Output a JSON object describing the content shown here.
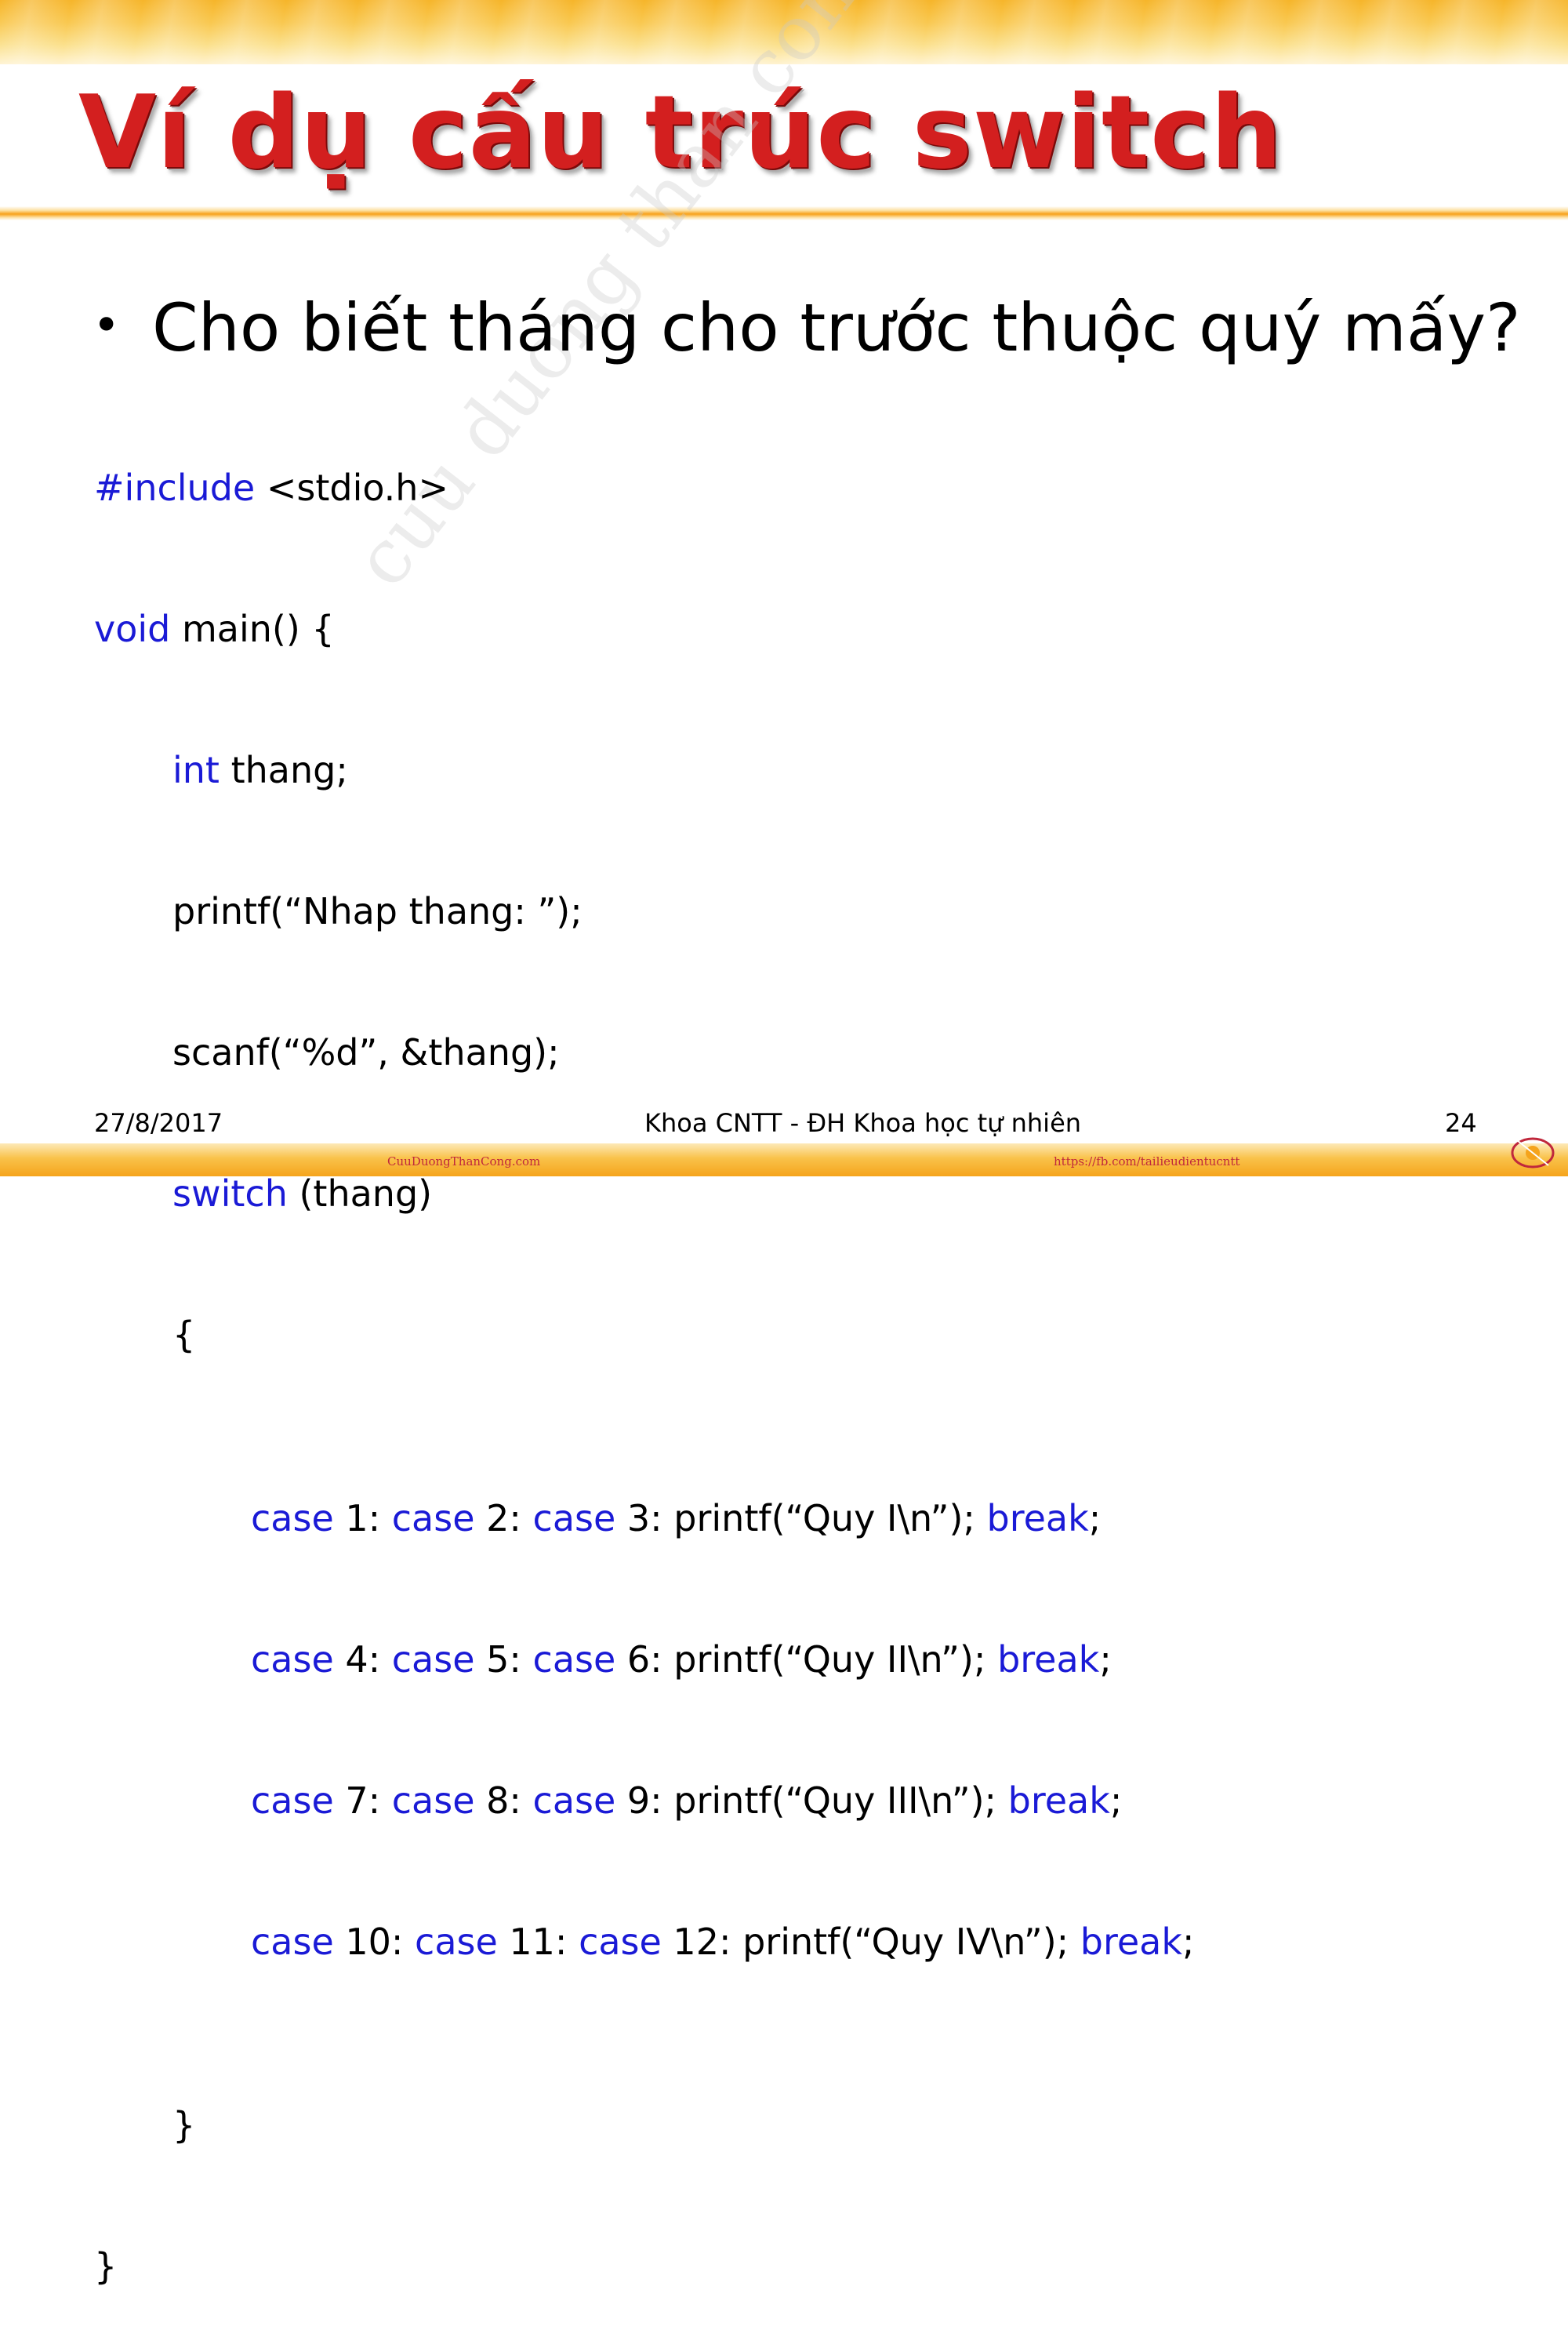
{
  "title": "Ví dụ cấu trúc switch",
  "bullet": "Cho biết tháng cho trước thuộc quý mấy?",
  "code": {
    "l1": {
      "kw": "#include",
      "rest": " <stdio.h>"
    },
    "l2": {
      "kw": "void",
      "rest": " main() {"
    },
    "l3": {
      "kw": "int",
      "rest": " thang;"
    },
    "l4": "printf(“Nhap thang: ”);",
    "l5": "scanf(“%d”, &thang);",
    "l6": {
      "kw": "switch",
      "rest": " (thang)"
    },
    "l7": "{",
    "cases": [
      {
        "n1": " 1: ",
        "n2": " 2: ",
        "n3": " 3: printf(“Quy I\\n”); ",
        "end": ";"
      },
      {
        "n1": " 4: ",
        "n2": " 5: ",
        "n3": " 6: printf(“Quy II\\n”); ",
        "end": ";"
      },
      {
        "n1": " 7: ",
        "n2": " 8: ",
        "n3": " 9: printf(“Quy III\\n”); ",
        "end": ";"
      },
      {
        "n1": " 10: ",
        "n2": " 11: ",
        "n3": " 12: printf(“Quy IV\\n”); ",
        "end": ";"
      }
    ],
    "kw_case": "case",
    "kw_break": "break",
    "l12": "}",
    "l13": "}"
  },
  "footer": {
    "date": "27/8/2017",
    "center": "Khoa CNTT - ĐH Khoa học tự nhiên",
    "page": "24"
  },
  "sources": {
    "left": "CuuDuongThanCong.com",
    "right": "https://fb.com/tailieudientucntt"
  },
  "watermark": "cuu duong than cong . com",
  "colors": {
    "keyword": "#1a1ad6",
    "title": "#d31f1f",
    "accent": "#f5a41c"
  }
}
